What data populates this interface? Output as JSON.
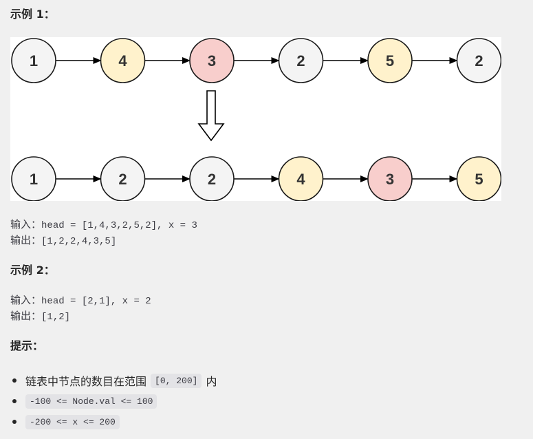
{
  "example1": {
    "title": "示例 1：",
    "diagram": {
      "top_row": [
        {
          "label": "1",
          "color": "#f4f4f4"
        },
        {
          "label": "4",
          "color": "#fff2cc"
        },
        {
          "label": "3",
          "color": "#f8cecc"
        },
        {
          "label": "2",
          "color": "#f4f4f4"
        },
        {
          "label": "5",
          "color": "#fff2cc"
        },
        {
          "label": "2",
          "color": "#f4f4f4"
        }
      ],
      "bottom_row": [
        {
          "label": "1",
          "color": "#f4f4f4"
        },
        {
          "label": "2",
          "color": "#f4f4f4"
        },
        {
          "label": "2",
          "color": "#f4f4f4"
        },
        {
          "label": "4",
          "color": "#fff2cc"
        },
        {
          "label": "3",
          "color": "#f8cecc"
        },
        {
          "label": "5",
          "color": "#fff2cc"
        }
      ]
    },
    "input_label": "输入：",
    "input_value": "head = [1,4,3,2,5,2], x = 3",
    "output_label": "输出：",
    "output_value": "[1,2,2,4,3,5]"
  },
  "example2": {
    "title": "示例 2：",
    "input_label": "输入：",
    "input_value": "head = [2,1], x = 2",
    "output_label": "输出：",
    "output_value": "[1,2]"
  },
  "hints": {
    "title": "提示：",
    "item1_before": "链表中节点的数目在范围 ",
    "item1_code": "[0, 200]",
    "item1_after": " 内",
    "item2_code": "-100 <= Node.val <= 100",
    "item3_code": "-200 <= x <= 200"
  }
}
